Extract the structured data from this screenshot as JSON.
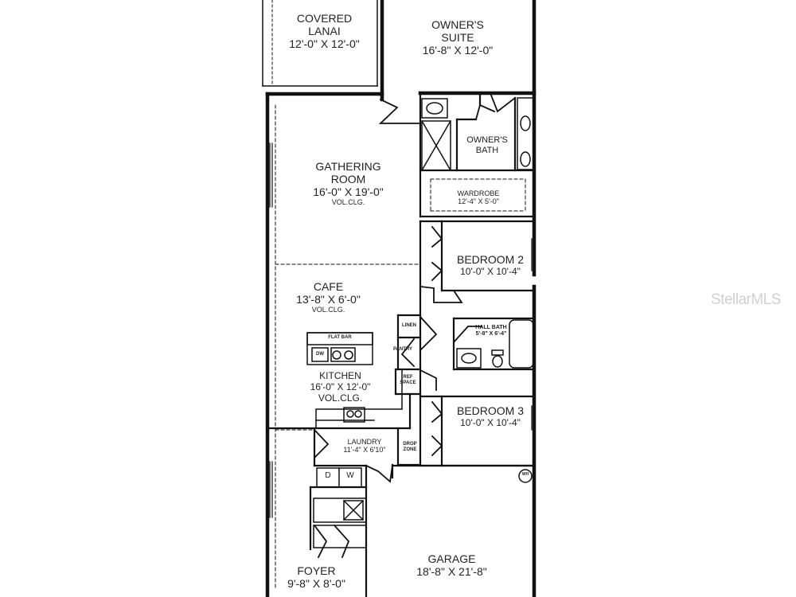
{
  "rooms": {
    "covered_lanai": {
      "name_line1": "COVERED",
      "name_line2": "LANAI",
      "dims": "12'-0\" X 12'-0\""
    },
    "owners_suite": {
      "name_line1": "OWNER'S",
      "name_line2": "SUITE",
      "dims": "16'-8\" X 12'-0\""
    },
    "owners_bath": {
      "name_line1": "OWNER'S",
      "name_line2": "BATH"
    },
    "wardrobe": {
      "name": "WARDROBE",
      "dims": "12'-4\" X 5'-0\""
    },
    "gathering_room": {
      "name_line1": "GATHERING",
      "name_line2": "ROOM",
      "dims": "16'-0\" X 19'-0\"",
      "note": "VOL.CLG."
    },
    "bedroom2": {
      "name": "BEDROOM 2",
      "dims": "10'-0\" X 10'-4\""
    },
    "cafe": {
      "name": "CAFE",
      "dims": "13'-8\" X 6'-0\"",
      "note": "VOL.CLG."
    },
    "hall_bath": {
      "name": "HALL BATH",
      "dims": "5'-8\" X 6'-4\""
    },
    "kitchen": {
      "name": "KITCHEN",
      "dims": "16'-0\" X 12'-0\"",
      "note": "VOL.CLG."
    },
    "bedroom3": {
      "name": "BEDROOM 3",
      "dims": "10'-0\" X 10'-4\""
    },
    "laundry": {
      "name": "LAUNDRY",
      "dims": "11'-4\" X 6'10\""
    },
    "garage": {
      "name": "GARAGE",
      "dims": "18'-8\" X 21'-8\""
    },
    "foyer": {
      "name": "FOYER",
      "dims": "9'-8\" X 8'-0\""
    }
  },
  "fixtures": {
    "linen": "LINEN",
    "pantry": "PANTRY",
    "ref_space_line1": "REF",
    "ref_space_line2": "SPACE",
    "drop_zone_line1": "DROP",
    "drop_zone_line2": "ZONE",
    "flat_bar": "FLAT BAR",
    "dw": "DW",
    "dryer": "D",
    "washer": "W",
    "water_heater": "WH"
  },
  "watermark": "StellarMLS"
}
